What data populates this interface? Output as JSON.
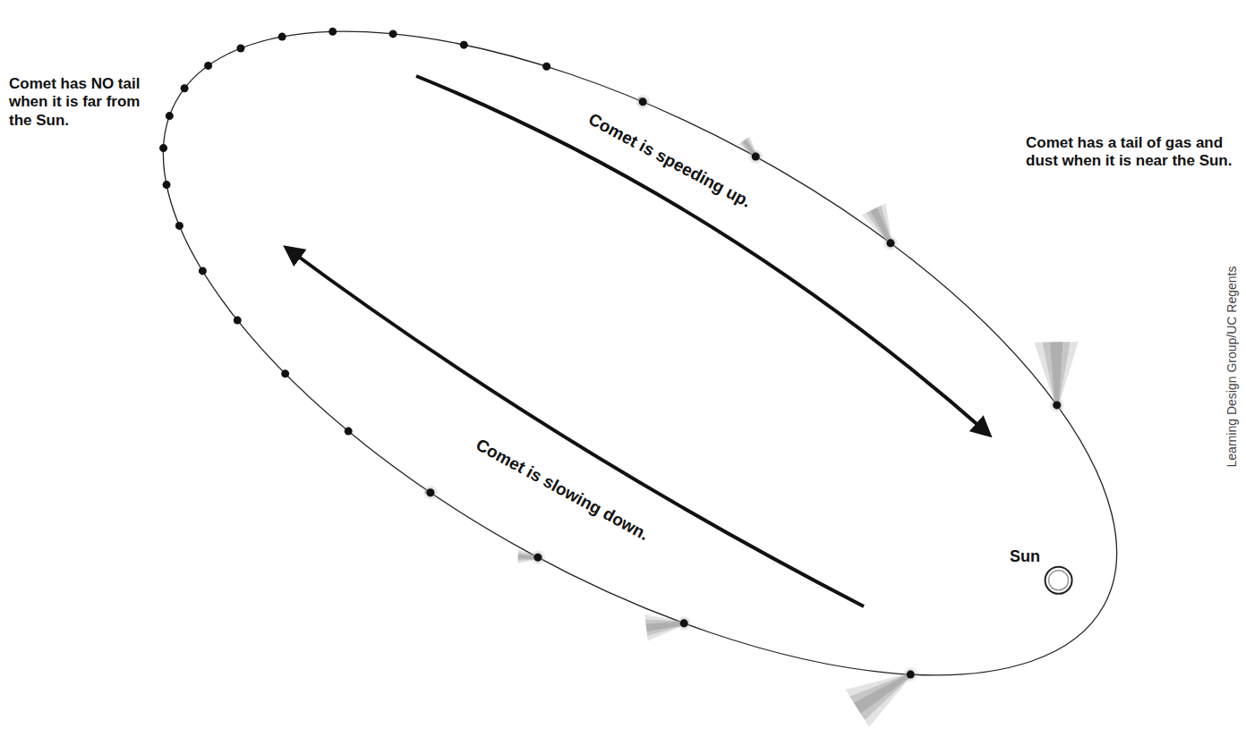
{
  "diagram": {
    "labels": [
      "Comet has NO tail when it is far from the Sun.",
      "Comet is speeding up.",
      "Comet has a tail of gas and dust when it is near the Sun.",
      "Comet is slowing down.",
      "Sun",
      "Learning Design Group/UC Regents"
    ]
  }
}
